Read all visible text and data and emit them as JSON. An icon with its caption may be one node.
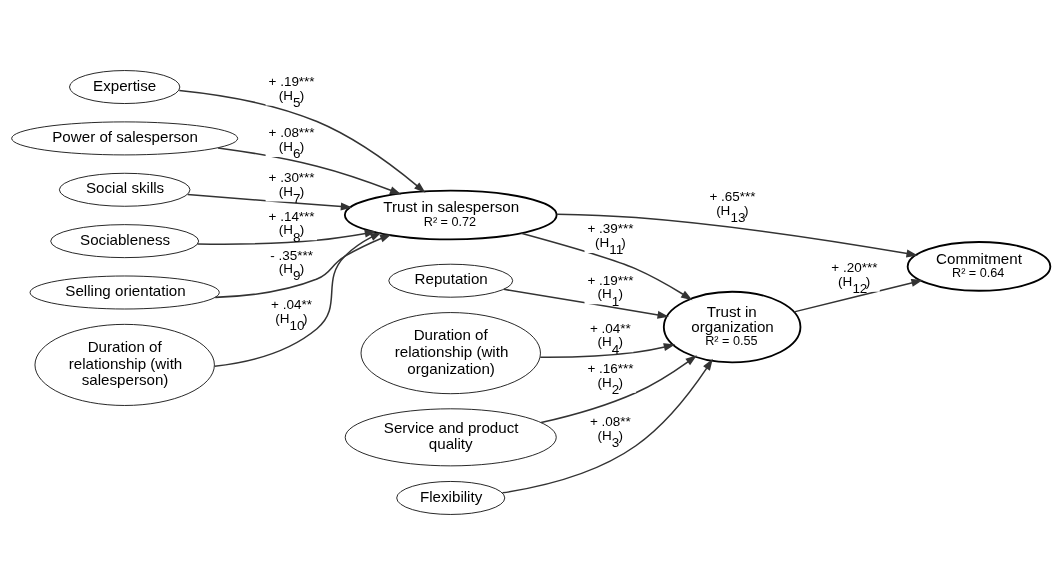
{
  "diagram": {
    "nodes": [
      {
        "text": [
          "Reputation"
        ]
      },
      {
        "text": [
          "Service and product quality"
        ]
      },
      {
        "text": [
          "Flexibility"
        ]
      },
      {
        "text": [
          "Duration of relationship (with organization)"
        ]
      },
      {
        "text": [
          "Trust in organization",
          "R² = 0.55"
        ]
      },
      {
        "text": [
          "Expertise"
        ]
      },
      {
        "text": [
          "Commitment",
          "R² = 0.64"
        ]
      },
      {
        "text": [
          "Power of salesperson"
        ]
      },
      {
        "text": [
          "Trust in salesperson",
          "R² = 0.72"
        ]
      },
      {
        "text": [
          "Social skills"
        ]
      },
      {
        "text": [
          "Sociableness"
        ]
      },
      {
        "text": [
          "Selling orientation"
        ]
      },
      {
        "text": [
          "Duration of relationship (with salesperson)"
        ]
      }
    ],
    "edges": [
      {
        "from": 0,
        "to": 4,
        "arrow": "to",
        "label": "+ .19*** (H$_{1}$)"
      },
      {
        "from": 1,
        "to": 4,
        "arrow": "to",
        "label": "+ .16*** (H$_{2}$)"
      },
      {
        "from": 2,
        "to": 4,
        "arrow": "to",
        "label": "+ .08** (H$_{3}$)"
      },
      {
        "from": 3,
        "to": 4,
        "arrow": "to",
        "label": "+ .04** (H$_{4}$)"
      },
      {
        "from": 4,
        "to": 6,
        "arrow": "to",
        "label": "+ .20*** (H$_{12}$)"
      },
      {
        "from": 5,
        "to": 8,
        "arrow": "to",
        "label": "+ .19*** (H$_{5}$)"
      },
      {
        "from": 8,
        "to": 4,
        "arrow": "to",
        "label": "+ .39*** (H$_{11}$)"
      },
      {
        "from": 7,
        "to": 8,
        "arrow": "to",
        "label": "+ .08*** (H$_{6}$)"
      },
      {
        "from": 8,
        "to": 6,
        "arrow": "to",
        "label": "+ .65*** (H$_{13}$)"
      },
      {
        "from": 9,
        "to": 8,
        "arrow": "to",
        "label": "+ .30*** (H$_{7}$)"
      },
      {
        "from": 10,
        "to": 8,
        "arrow": "to",
        "label": "+ .14*** (H$_{8}$)"
      },
      {
        "from": 11,
        "to": 8,
        "arrow": "to",
        "label": "- .35*** (H$_{9}$)"
      },
      {
        "from": 12,
        "to": 8,
        "arrow": "to",
        "label": "+ .04** (H$_{10}$)"
      }
    ]
  }
}
